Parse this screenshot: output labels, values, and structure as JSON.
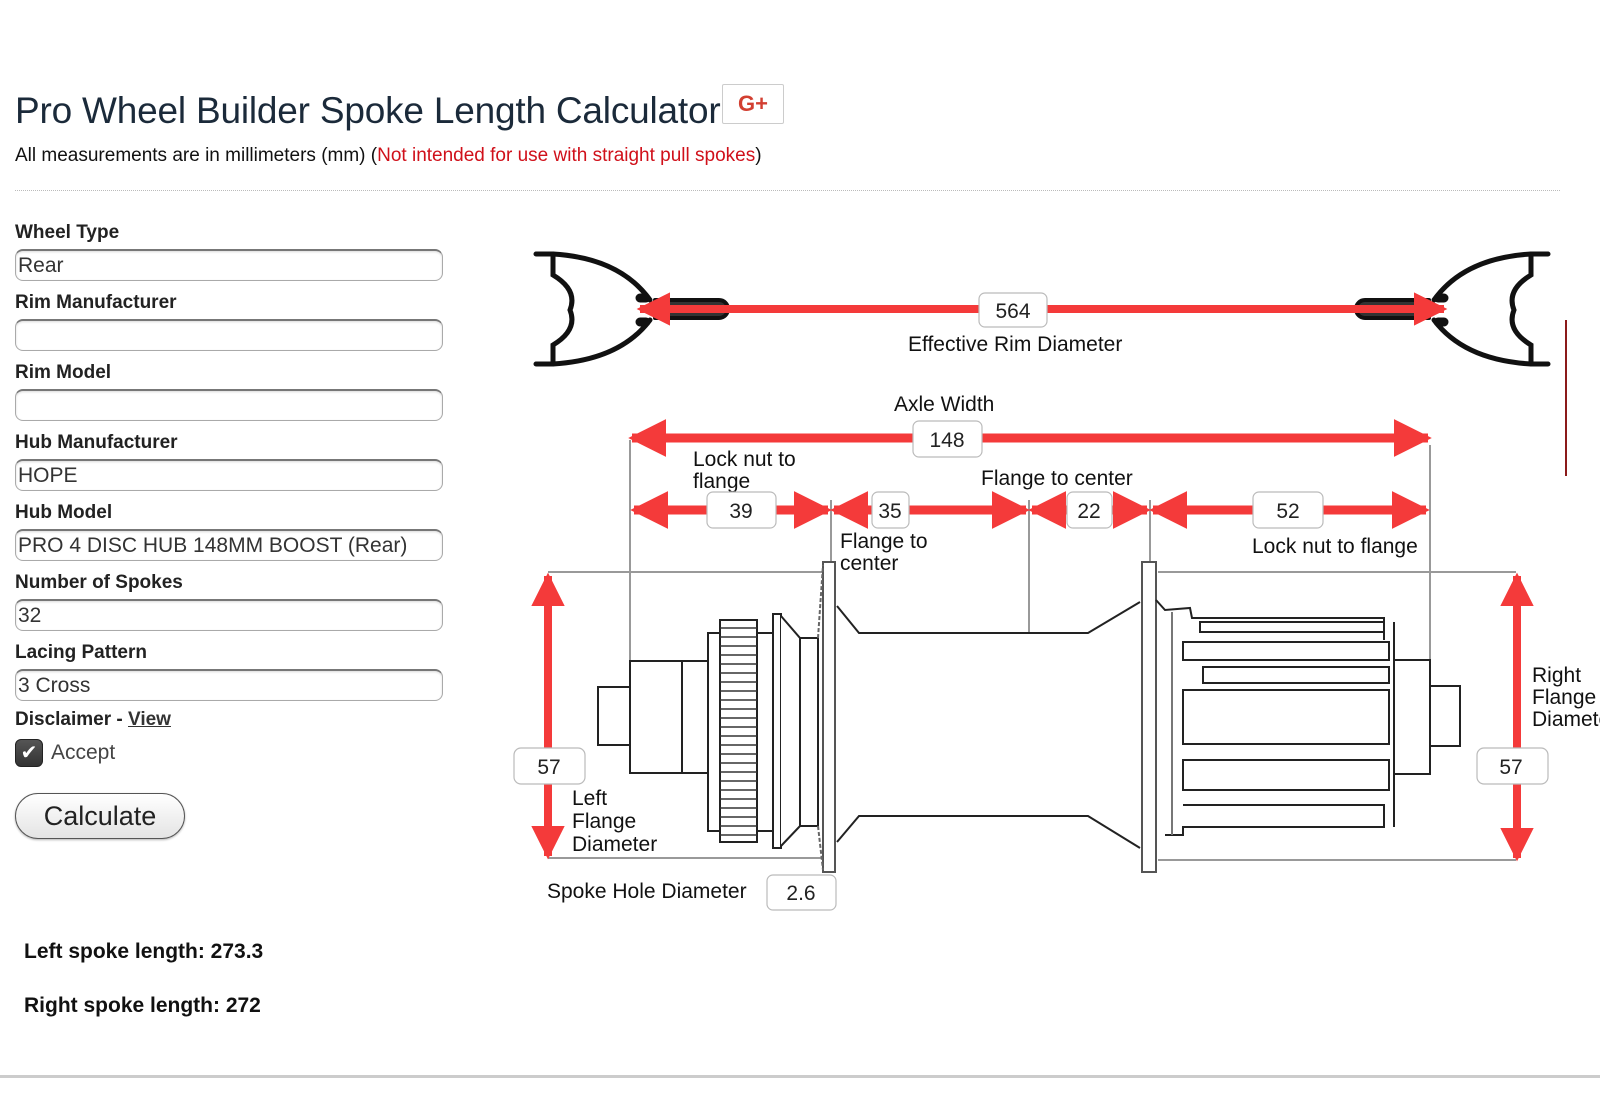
{
  "header": {
    "title": "Pro Wheel Builder Spoke Length Calculator",
    "share_button": {
      "icon": "google-plus-icon",
      "label": "G+"
    },
    "subtitle_prefix": "All measurements are in millimeters (mm) (",
    "subtitle_warning": "Not intended for use with straight pull spokes",
    "subtitle_suffix": ")",
    "warning_color": "#d0101a"
  },
  "form": {
    "fields": [
      {
        "label": "Wheel Type",
        "value": "Rear"
      },
      {
        "label": "Rim Manufacturer",
        "value": ""
      },
      {
        "label": "Rim Model",
        "value": ""
      },
      {
        "label": "Hub Manufacturer",
        "value": "HOPE"
      },
      {
        "label": "Hub Model",
        "value": "PRO 4 DISC HUB 148MM BOOST (Rear)"
      },
      {
        "label": "Number of Spokes",
        "value": "32"
      },
      {
        "label": "Lacing Pattern",
        "value": "3 Cross"
      }
    ],
    "disclaimer_label": "Disclaimer - ",
    "disclaimer_link": "View",
    "accept_label": "Accept",
    "accept_checked": true,
    "calculate_label": "Calculate"
  },
  "results": {
    "left": "Left spoke length: 273.3",
    "right": "Right spoke length: 272"
  },
  "diagram": {
    "arrow_color": "#f43a3a",
    "effective_rim_diameter": {
      "label": "Effective Rim Diameter",
      "value": "564"
    },
    "axle_width": {
      "label": "Axle Width",
      "value": "148"
    },
    "left_locknut_to_flange": {
      "label_line1": "Lock nut to",
      "label_line2": "flange",
      "value": "39"
    },
    "left_flange_to_center": {
      "label_line1": "Flange to",
      "label_line2": "center",
      "value": "35"
    },
    "right_flange_to_center": {
      "label": "Flange to center",
      "value": "22"
    },
    "right_locknut_to_flange": {
      "label": "Lock nut to flange",
      "value": "52"
    },
    "left_flange_diameter": {
      "label_line1": "Left",
      "label_line2": "Flange",
      "label_line3": "Diameter",
      "value": "57"
    },
    "right_flange_diameter": {
      "label_line1": "Right",
      "label_line2": "Flange",
      "label_line3": "Diameter",
      "value": "57"
    },
    "spoke_hole_diameter": {
      "label": "Spoke Hole Diameter",
      "value": "2.6"
    }
  }
}
